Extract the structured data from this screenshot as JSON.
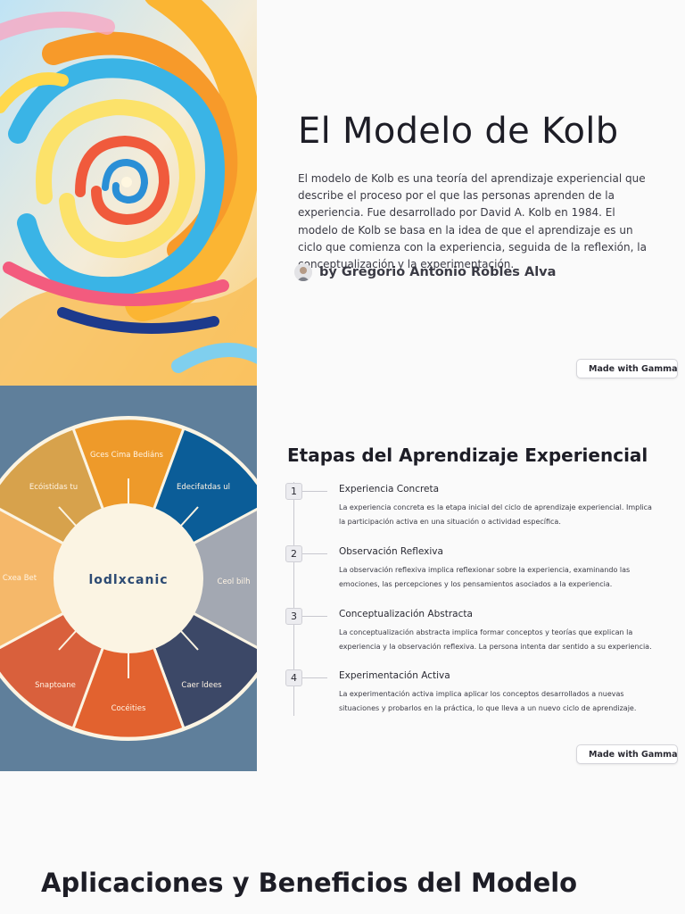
{
  "slide1": {
    "title": "El Modelo de Kolb",
    "description": "El modelo de Kolb es una teoría del aprendizaje experiencial que describe el proceso por el que las personas aprenden de la experiencia. Fue desarrollado por David A. Kolb en 1984. El modelo de Kolb se basa en la idea de que el aprendizaje es un ciclo que comienza con la experiencia, seguida de la reflexión, la conceptualización y la experimentación.",
    "author": "by Gregorio Antonio Robles Alva",
    "badge": "Made with Gamma"
  },
  "slide2": {
    "title": "Etapas del Aprendizaje Experiencial",
    "wheel_center": "lodlxcanic",
    "wheel_labels": [
      "Gces Cima Bediáns",
      "Edecifatdas ul",
      "Ceol bilh",
      "Caer ldees",
      "Cocéities",
      "Snaptoane",
      "Cxea Bet",
      "Ecóistidas tu"
    ],
    "steps": [
      {
        "num": "1",
        "title": "Experiencia Concreta",
        "desc": "La experiencia concreta es la etapa inicial del ciclo de aprendizaje experiencial. Implica la participación activa en una situación o actividad específica."
      },
      {
        "num": "2",
        "title": "Observación Reflexiva",
        "desc": "La observación reflexiva implica reflexionar sobre la experiencia, examinando las emociones, las percepciones y los pensamientos asociados a la experiencia."
      },
      {
        "num": "3",
        "title": "Conceptualización Abstracta",
        "desc": "La conceptualización abstracta implica formar conceptos y teorías que explican la experiencia y la observación reflexiva. La persona intenta dar sentido a su experiencia."
      },
      {
        "num": "4",
        "title": "Experimentación Activa",
        "desc": "La experimentación activa implica aplicar los conceptos desarrollados a nuevas situaciones y probarlos en la práctica, lo que lleva a un nuevo ciclo de aprendizaje."
      }
    ],
    "badge": "Made with Gamma"
  },
  "slide3": {
    "title": "Aplicaciones y Beneficios del Modelo"
  },
  "icons": {
    "gamma": "gamma-logo-icon",
    "avatar": "avatar-icon"
  }
}
